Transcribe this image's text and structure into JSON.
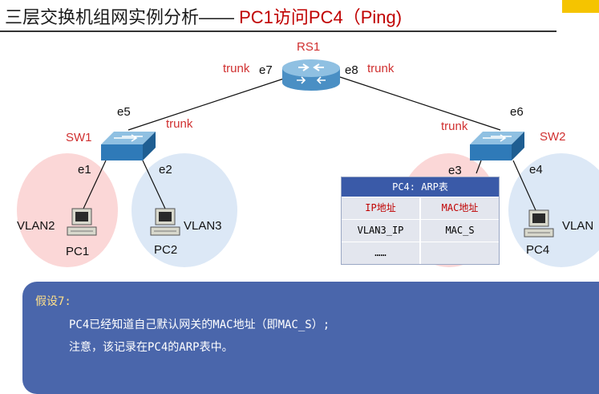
{
  "title": {
    "main": "三层交换机组网实例分析—— ",
    "highlight": "PC1访问PC4（Ping)"
  },
  "devices": {
    "router": "RS1",
    "switch_left": "SW1",
    "switch_right": "SW2",
    "pc1": "PC1",
    "pc2": "PC2",
    "pc4": "PC4"
  },
  "ports": {
    "e1": "e1",
    "e2": "e2",
    "e3": "e3",
    "e4": "e4",
    "e5": "e5",
    "e6": "e6",
    "e7": "e7",
    "e8": "e8"
  },
  "link_mode": "trunk",
  "vlans": {
    "vlan2": "VLAN2",
    "vlan3": "VLAN3",
    "vlan_right": "VLAN"
  },
  "arp_table": {
    "title": "PC4: ARP表",
    "headers": [
      "IP地址",
      "MAC地址"
    ],
    "rows": [
      [
        "VLAN3_IP",
        "MAC_S"
      ],
      [
        "……",
        ""
      ]
    ]
  },
  "note": {
    "heading": "假设7:",
    "line1": "PC4已经知道自己默认网关的MAC地址（即MAC_S）;",
    "line2": "注意，该记录在PC4的ARP表中。"
  },
  "colors": {
    "vlan2_zone": "#fbd7d7",
    "vlan3_zone": "#dce8f6",
    "note_bg": "#4a66ab",
    "accent_red": "#c00000"
  }
}
